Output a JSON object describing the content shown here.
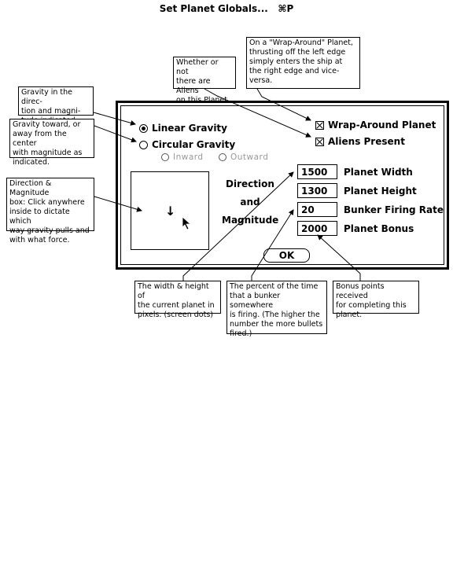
{
  "title": "Set Planet Globals...",
  "shortcut": "⌘P",
  "notes": {
    "gravity_direction": "Gravity in the direc-\ntion and magni-\ntude indicated.",
    "gravity_center": "Gravity toward, or\naway from the center\nwith magnitude as\nindicated.",
    "dir_mag_box": "Direction & Magnitude\nbox: Click anywhere\ninside to dictate which\nway gravity pulls and\nwith what force.",
    "aliens": "Whether or not\nthere are Aliens\non this Planet.",
    "wrap": "On a \"Wrap-Around\" Planet,\nthrusting off the left edge\nsimply enters the ship at\nthe right edge and vice-\nversa.",
    "width_height": "The width & height of\nthe current planet in\npixels. (screen dots)",
    "bunker_rate": "The percent of the time\nthat a bunker somewhere\nis firing. (The higher the\nnumber the more bullets\nfired.)",
    "bonus": "Bonus points received\nfor completing this\nplanet."
  },
  "dialog": {
    "linear_gravity": "Linear Gravity",
    "circular_gravity": "Circular Gravity",
    "inward": "Inward",
    "outward": "Outward",
    "direction": "Direction",
    "and": "and",
    "magnitude": "Magnitude",
    "arrow_glyph": "↓",
    "wrap_around": "Wrap-Around Planet",
    "aliens_present": "Aliens Present",
    "fields": [
      {
        "value": "1500",
        "label": "Planet Width"
      },
      {
        "value": "1300",
        "label": "Planet Height"
      },
      {
        "value": "20",
        "label": "Bunker Firing Rate"
      },
      {
        "value": "2000",
        "label": "Planet Bonus"
      }
    ],
    "ok": "OK"
  }
}
